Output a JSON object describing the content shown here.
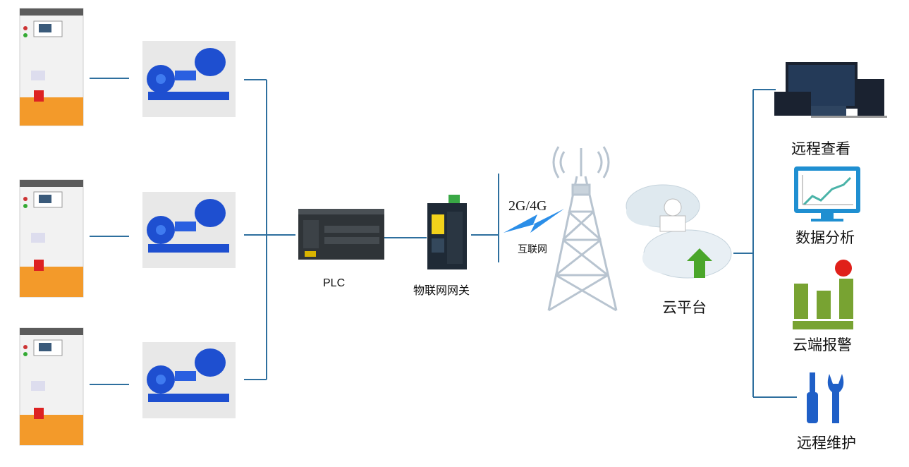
{
  "labels": {
    "plc": "PLC",
    "gateway": "物联网网关",
    "network_type": "2G/4G",
    "internet": "互联网",
    "cloud_platform": "云平台",
    "remote_view": "远程查看",
    "data_analysis": "数据分析",
    "cloud_alarm": "云端报警",
    "remote_maintenance": "远程维护"
  },
  "colors": {
    "line": "#2e6f9e",
    "pump_blue": "#1e4fd0",
    "cabinet_orange": "#f39a2a",
    "lightning": "#2b8ee8",
    "cloud": "#dfe9ef",
    "monitor": "#1f8fd1",
    "bar_green": "#78a332",
    "alarm_red": "#e0201a",
    "tool_blue": "#1f5fc7"
  },
  "icons": [
    "control-cabinet-icon",
    "water-pump-icon",
    "plc-icon",
    "gateway-icon",
    "lightning-icon",
    "signal-tower-icon",
    "cloud-icon",
    "devices-icon",
    "monitor-chart-icon",
    "alarm-bar-icon",
    "tools-icon"
  ]
}
